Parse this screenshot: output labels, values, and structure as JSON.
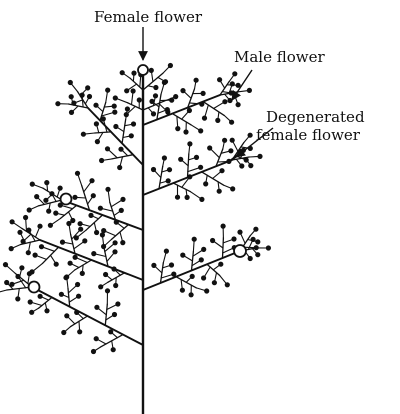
{
  "labels": {
    "female_flower": "Female flower",
    "male_flower": "Male flower",
    "degenerated_line1": "Degenerated",
    "degenerated_line2": "female flower"
  },
  "colors": {
    "ink": "#111111",
    "background": "#ffffff"
  }
}
